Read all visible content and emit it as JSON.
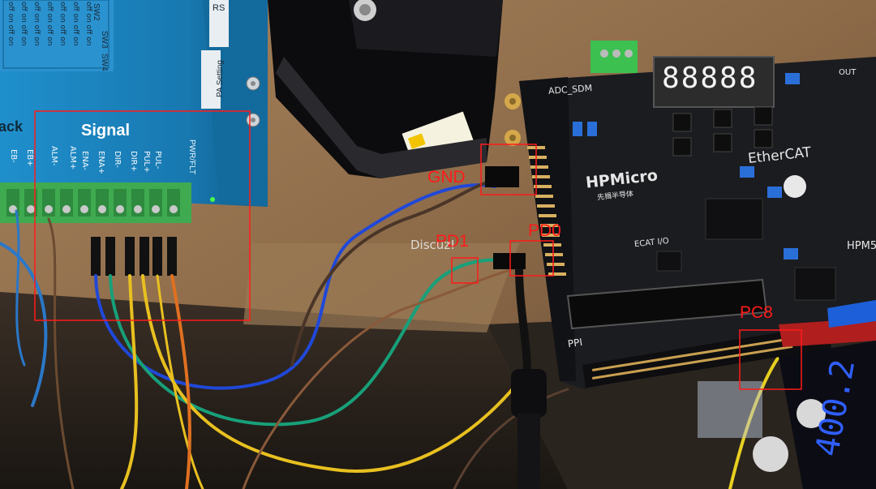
{
  "annotations": {
    "gnd": "GND",
    "pd0": "PD0",
    "pd1": "PD1",
    "pc8": "PC8",
    "color": "#ff1a1a"
  },
  "watermark": "Discuz!",
  "driver": {
    "signal_title": "Signal",
    "back_fragment": "ack",
    "pa_setting": "PA Setting",
    "rs": "RS",
    "pwr_flt": "PWR/FLT",
    "pins": [
      "EB+",
      "EB-",
      "ALM-",
      "ALM+",
      "ENA-",
      "ENA+",
      "DIR-",
      "DIR+",
      "PUL-",
      "PUL+"
    ],
    "switch_headers": [
      "SW2",
      "SW3",
      "SW4"
    ],
    "switch_rows": [
      "off on off on",
      "off on off on",
      "off on off on",
      "off on off on",
      "off on off on",
      "off on off on",
      "off on off on"
    ]
  },
  "board": {
    "brand": "HPMicro",
    "brand_sub": "先楫半导体",
    "ethercat": "EtherCAT",
    "adc_label": "ADC_SDM",
    "out_label": "OUT",
    "ppi": "PPI",
    "ecat_io": "ECAT I/O",
    "model_fragment": "HPM5",
    "display_value": "88888"
  },
  "psu_display": "400.2",
  "colors": {
    "driver_blue": "#1a7fb8",
    "board_black": "#1b1c20",
    "cardboard": "#8a6d4e",
    "terminal_green": "#3faa50"
  }
}
